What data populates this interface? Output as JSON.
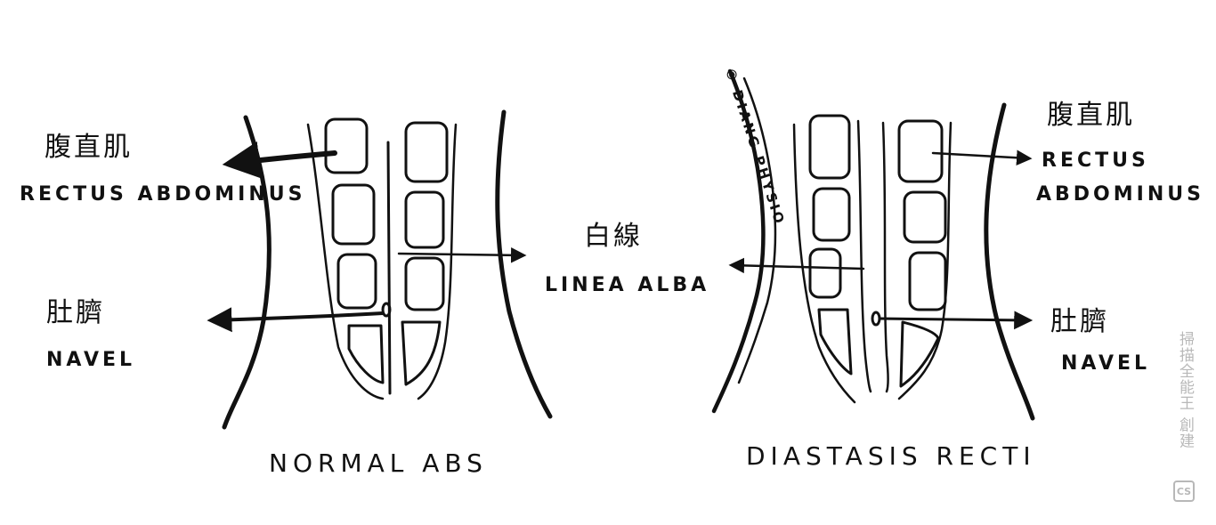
{
  "left": {
    "rectus_cn": "腹直肌",
    "rectus_en": "RECTUS ABDOMINUS",
    "navel_cn": "肚臍",
    "navel_en": "NAVEL",
    "caption": "NORMAL ABS"
  },
  "center": {
    "alba_cn": "白線",
    "alba_en": "LINEA ALBA"
  },
  "right": {
    "rectus_cn": "腹直肌",
    "rectus_en_1": "RECTUS",
    "rectus_en_2": "ABDOMINUS",
    "navel_cn": "肚臍",
    "navel_en": "NAVEL",
    "caption": "DIASTASIS RECTI",
    "credit": "© DIANG PHYSIO"
  },
  "watermark": {
    "text": "掃描全能王 創建",
    "logo": "CS"
  },
  "colors": {
    "ink": "#111111",
    "watermark": "#b8b8b8"
  }
}
